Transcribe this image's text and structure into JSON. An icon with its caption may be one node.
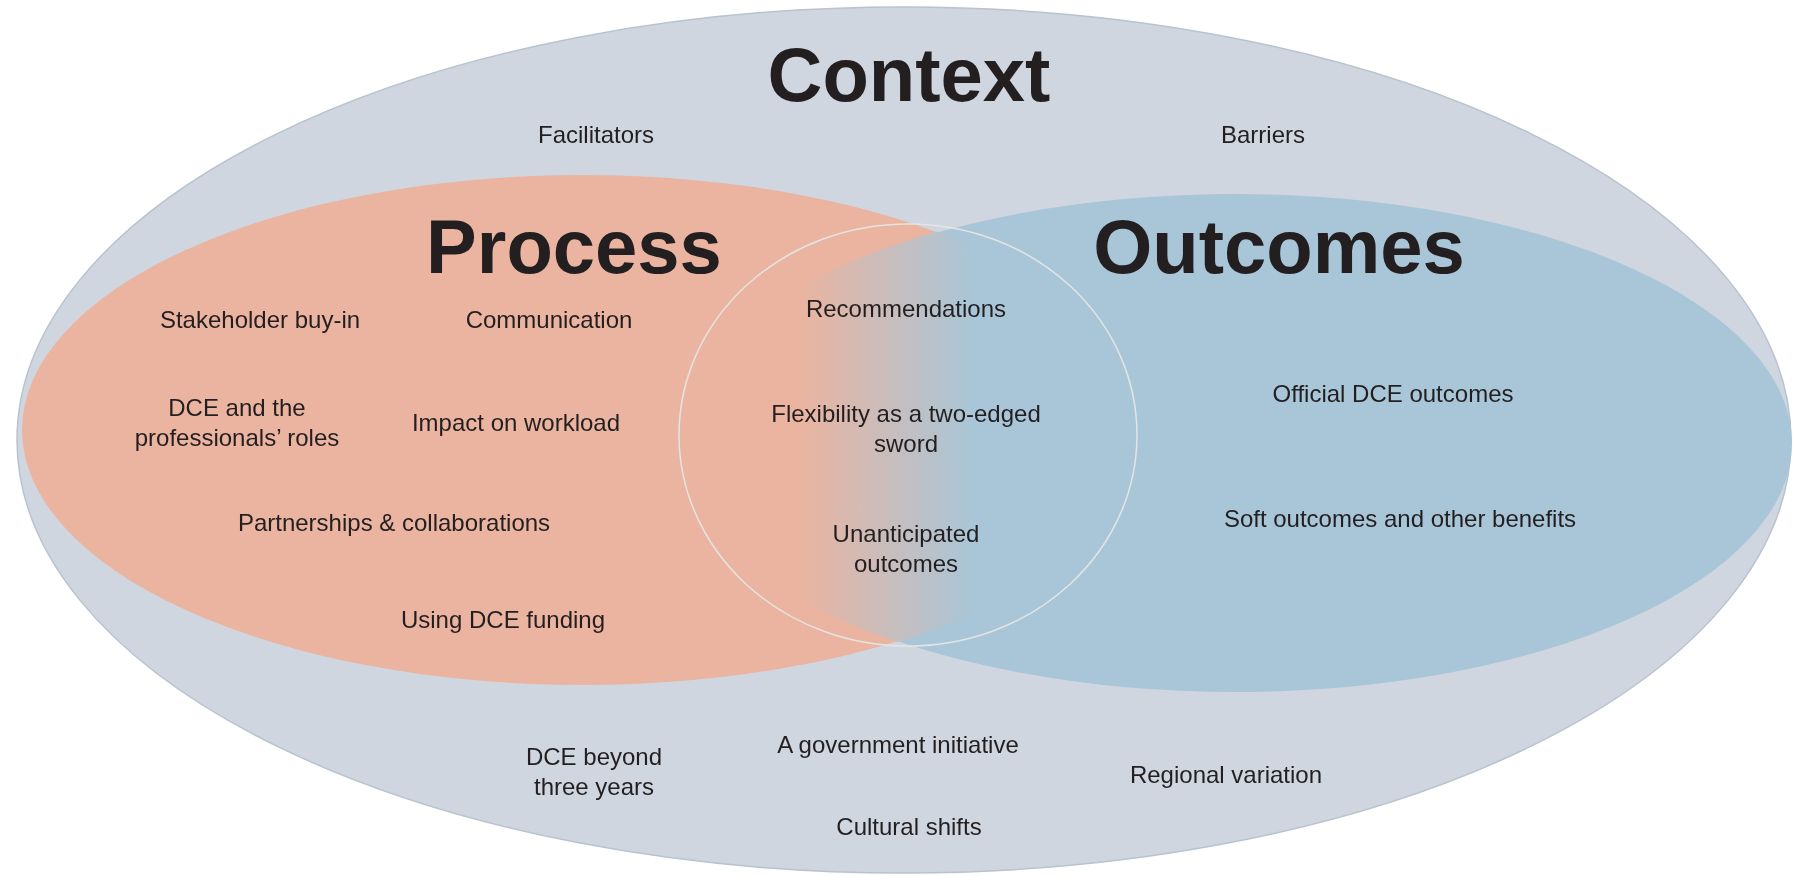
{
  "diagram": {
    "nodes": [
      {
        "text": [
          "Context",
          "Facilitators",
          "Barriers",
          "DCE beyond three years",
          "A government initiative",
          "Regional variation",
          "Cultural shifts"
        ]
      },
      {
        "text": [
          "Process",
          "Stakeholder buy-in",
          "Communication",
          "DCE and the professionals’ roles",
          "Impact on workload",
          "Partnerships & collaborations",
          "Using DCE funding"
        ],
        "in": 0
      },
      {
        "text": [
          "Outcomes",
          "Official DCE outcomes",
          "Soft outcomes and other benefits"
        ],
        "in": 0
      },
      {
        "text": [
          "Recommendations",
          "Flexibility as a two-edged sword",
          "Unanticipated outcomes"
        ]
      }
    ]
  }
}
